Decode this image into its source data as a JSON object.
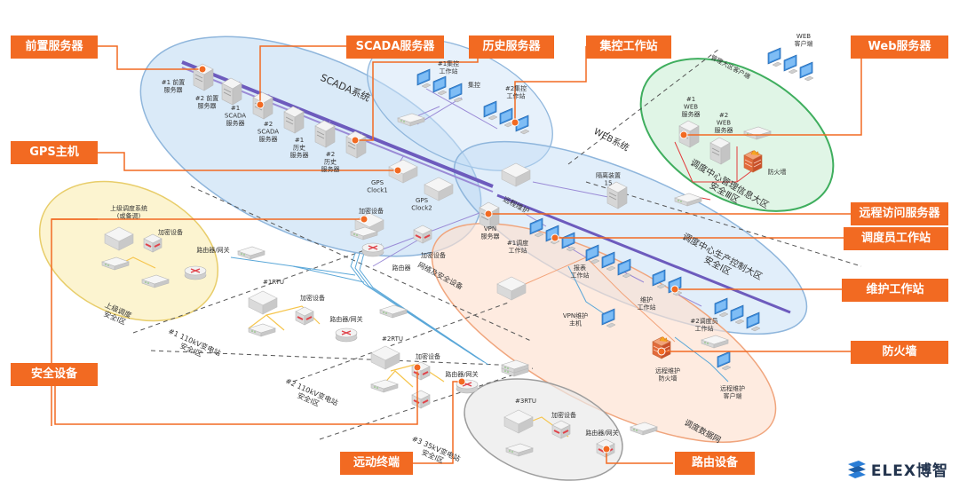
{
  "colors": {
    "accent": "#f26a22",
    "scada_zone": "#bcd9f3",
    "web_zone": "#c6ecd2",
    "security_zone": "#fbf0c0",
    "dispatch_zone": "#fde0cf",
    "rtu_zone": "#e9e9e9"
  },
  "callouts": {
    "front_server": "前置服务器",
    "scada_server": "SCADA服务器",
    "history_server": "历史服务器",
    "control_workstation": "集控工作站",
    "web_server": "Web服务器",
    "gps_host": "GPS主机",
    "remote_access_server": "远程访问服务器",
    "dispatcher_workstation": "调度员工作站",
    "maintenance_workstation": "维护工作站",
    "firewall": "防火墙",
    "security_device": "安全设备",
    "telecontrol_terminal": "远动终端",
    "routing_device": "路由设备"
  },
  "zones": {
    "scada_system": "SCADA系统",
    "web_system": "WEB系统",
    "management_zone": "调度中心管理信息大区\n安全Ⅲ区",
    "production_zone": "调度中心生产控制大区\n安全Ⅰ区",
    "upper_dispatch": "上级调度\n安全Ⅰ区",
    "dispatch_network": "调度数据网",
    "network_security": "网络及安全设备",
    "remote_maintenance": "远程维护",
    "mgmt_client": "管理大区客户端"
  },
  "nodes": {
    "front1": "#1 前置\n服务器",
    "front2": "#2 前置\n服务器",
    "scada1": "#1\nSCADA\n服务器",
    "scada2": "#2\nSCADA\n服务器",
    "hist1": "#1\n历史\n服务器",
    "hist2": "#2\n历史\n服务器",
    "gps1": "GPS\nClock1",
    "gps2": "GPS\nClock2",
    "ctrl1": "#1集控\n工作站",
    "ctrl_mid": "集控",
    "ctrl2": "#2集控\n工作站",
    "web1": "#1\nWEB\n服务器",
    "web2": "#2\nWEB\n服务器",
    "web_client": "WEB\n客户端",
    "fw_mgmt": "防火墙",
    "isolator": "隔离装置\n15",
    "enc_main": "加密设备",
    "vpn_server": "VPN\n服务器",
    "disp1": "#1调度\n工作站",
    "report": "报表\n工作站",
    "maint": "维护\n工作站",
    "disp2": "#2调度员\n工作站",
    "vpn_host": "VPN维护\n主机",
    "remote_fw": "远程维护\n防火墙",
    "remote_client": "远程维护\n客户端",
    "router_main": "路由器",
    "enc_dispatch": "加密设备",
    "upper_system": "上级调度系统\n(或备调)",
    "upper_enc": "加密设备",
    "upper_router": "路由器/网关",
    "rtu1": "#1RTU",
    "rtu1_enc": "加密设备",
    "rtu1_router": "路由器/网关",
    "rtu2": "#2RTU",
    "rtu2_enc": "加密设备",
    "rtu2_router": "路由器/网关",
    "rtu3": "#3RTU",
    "rtu3_enc": "加密设备",
    "rtu3_router": "路由器/网关",
    "sub1": "#1 110kV变电站\n安全Ⅰ区",
    "sub2": "#2 110kV变电站\n安全Ⅰ区",
    "sub3": "#3 35kV变电站\n安全Ⅰ区"
  },
  "brand": {
    "name": "ELEX博智"
  }
}
